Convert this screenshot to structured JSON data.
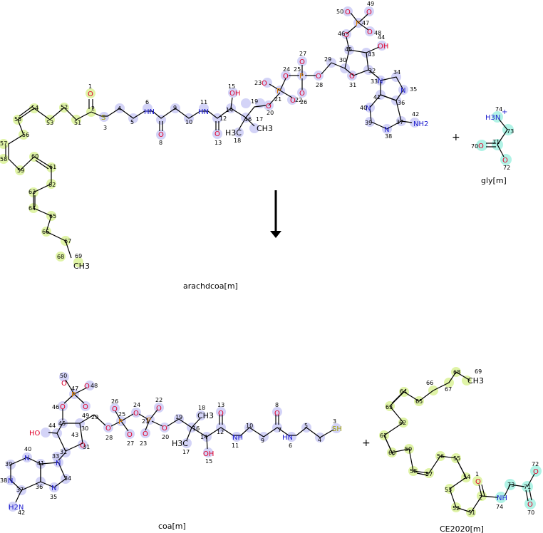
{
  "reaction": {
    "plus_sign": "+",
    "reactants": [
      {
        "id": "arachdcoa",
        "label": "arachdcoa[m]"
      },
      {
        "id": "gly",
        "label": "gly[m]"
      }
    ],
    "products": [
      {
        "id": "coa",
        "label": "coa[m]"
      },
      {
        "id": "ce2020",
        "label": "CE2020[m]"
      }
    ]
  },
  "atoms": {
    "ch3": "CH3",
    "h3n": "H3N",
    "h3c": "H3C",
    "nh2": "NH2",
    "h2n": "H2N",
    "oh": "OH",
    "ho": "HO",
    "sh": "SH",
    "hn": "HN",
    "nh": "NH",
    "o": "O",
    "n": "N",
    "p": "P",
    "s": "S",
    "charge_minus": "-",
    "charge_plus": "+"
  },
  "colors": {
    "oxygen": "#e0002a",
    "nitrogen": "#2020d0",
    "phosphorus": "#e08000",
    "sulfur": "#a0a000",
    "highlight_yellow": "#d6f08a",
    "highlight_blue": "#c8c8f5",
    "highlight_cyan": "#9ef0e0"
  },
  "icons": {
    "reaction_arrow": "down-arrow-icon"
  }
}
